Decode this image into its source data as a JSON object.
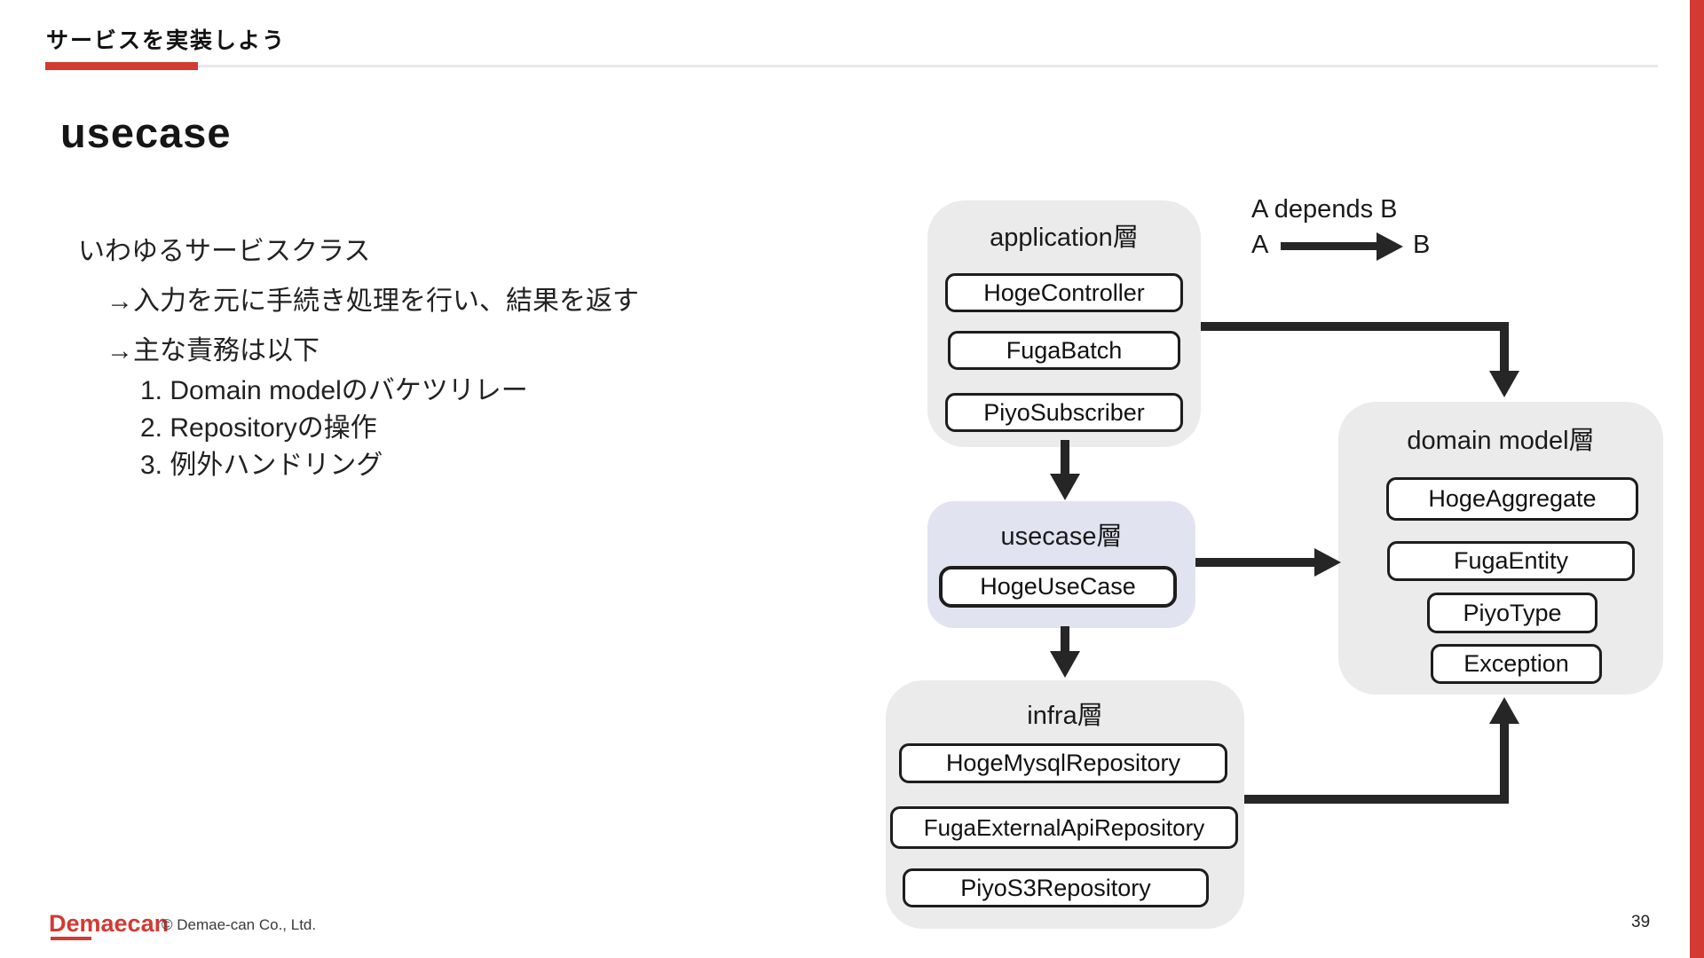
{
  "header": {
    "label": "サービスを実装しよう"
  },
  "title": "usecase",
  "body": {
    "line1": "いわゆるサービスクラス",
    "line2": "→入力を元に手続き処理を行い、結果を返す",
    "line3": "→主な責務は以下",
    "list": [
      "1. Domain modelのバケツリレー",
      "2. Repositoryの操作",
      "3. 例外ハンドリング"
    ]
  },
  "legend": {
    "caption": "A depends B",
    "a": "A",
    "b": "B"
  },
  "diagram": {
    "application": {
      "label": "application層",
      "boxes": [
        "HogeController",
        "FugaBatch",
        "PiyoSubscriber"
      ]
    },
    "usecase": {
      "label": "usecase層",
      "boxes": [
        "HogeUseCase"
      ]
    },
    "infra": {
      "label": "infra層",
      "boxes": [
        "HogeMysqlRepository",
        "FugaExternalApiRepository",
        "PiyoS3Repository"
      ]
    },
    "domain": {
      "label": "domain model層",
      "boxes": [
        "HogeAggregate",
        "FugaEntity",
        "PiyoType",
        "Exception"
      ]
    }
  },
  "footer": {
    "logo": "Demaecan",
    "copyright": "© Demae-can Co., Ltd.",
    "page": "39"
  },
  "colors": {
    "accent_red": "#d23a32",
    "container_gray": "#ebebeb",
    "usecase_lavender": "#e2e3f1",
    "arrow": "#262626",
    "box_border": "#1d1d1d"
  }
}
